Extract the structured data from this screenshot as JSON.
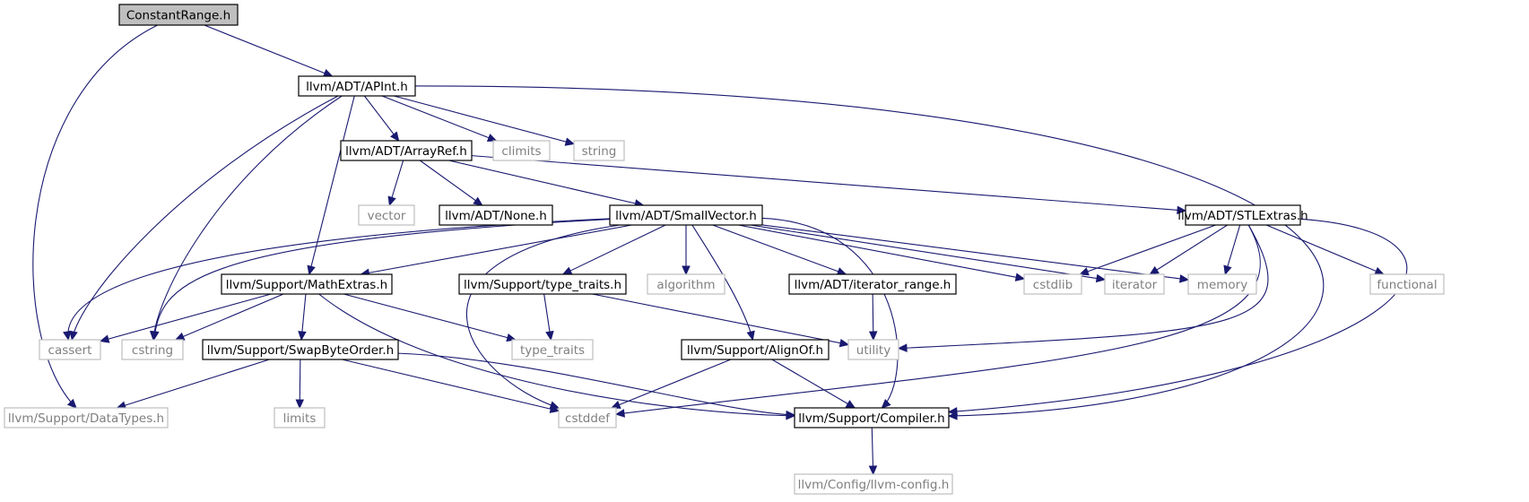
{
  "graph": {
    "title": "ConstantRange.h",
    "colors": {
      "edge": "#191970",
      "root_fill": "#bfbfbf",
      "internal_border": "#000000",
      "system_border": "#bfbfbf",
      "system_text": "#7f7f7f"
    },
    "nodes": [
      {
        "id": "constantrange",
        "label": "ConstantRange.h",
        "kind": "root"
      },
      {
        "id": "apint",
        "label": "llvm/ADT/APInt.h",
        "kind": "internal"
      },
      {
        "id": "climits",
        "label": "climits",
        "kind": "system"
      },
      {
        "id": "string",
        "label": "string",
        "kind": "system"
      },
      {
        "id": "arrayref",
        "label": "llvm/ADT/ArrayRef.h",
        "kind": "internal"
      },
      {
        "id": "vector",
        "label": "vector",
        "kind": "system"
      },
      {
        "id": "none",
        "label": "llvm/ADT/None.h",
        "kind": "internal"
      },
      {
        "id": "smallvector",
        "label": "llvm/ADT/SmallVector.h",
        "kind": "internal"
      },
      {
        "id": "stlextras",
        "label": "llvm/ADT/STLExtras.h",
        "kind": "internal"
      },
      {
        "id": "mathextras",
        "label": "llvm/Support/MathExtras.h",
        "kind": "internal"
      },
      {
        "id": "typetraits_h",
        "label": "llvm/Support/type_traits.h",
        "kind": "internal"
      },
      {
        "id": "algorithm",
        "label": "algorithm",
        "kind": "system"
      },
      {
        "id": "iterrange",
        "label": "llvm/ADT/iterator_range.h",
        "kind": "internal"
      },
      {
        "id": "cstdlib",
        "label": "cstdlib",
        "kind": "system"
      },
      {
        "id": "iterator",
        "label": "iterator",
        "kind": "system"
      },
      {
        "id": "memory",
        "label": "memory",
        "kind": "system"
      },
      {
        "id": "functional",
        "label": "functional",
        "kind": "system"
      },
      {
        "id": "cassert",
        "label": "cassert",
        "kind": "system"
      },
      {
        "id": "cstring",
        "label": "cstring",
        "kind": "system"
      },
      {
        "id": "swapbyte",
        "label": "llvm/Support/SwapByteOrder.h",
        "kind": "internal"
      },
      {
        "id": "type_traits",
        "label": "type_traits",
        "kind": "system"
      },
      {
        "id": "alignof",
        "label": "llvm/Support/AlignOf.h",
        "kind": "internal"
      },
      {
        "id": "utility",
        "label": "utility",
        "kind": "system"
      },
      {
        "id": "datatypes",
        "label": "llvm/Support/DataTypes.h",
        "kind": "system"
      },
      {
        "id": "limits",
        "label": "limits",
        "kind": "system"
      },
      {
        "id": "cstddef",
        "label": "cstddef",
        "kind": "system"
      },
      {
        "id": "compiler",
        "label": "llvm/Support/Compiler.h",
        "kind": "internal"
      },
      {
        "id": "llvmconfig",
        "label": "llvm/Config/llvm-config.h",
        "kind": "system"
      }
    ],
    "edges": [
      [
        "constantrange",
        "apint"
      ],
      [
        "constantrange",
        "datatypes"
      ],
      [
        "apint",
        "cassert"
      ],
      [
        "apint",
        "cstring"
      ],
      [
        "apint",
        "mathextras"
      ],
      [
        "apint",
        "arrayref"
      ],
      [
        "apint",
        "climits"
      ],
      [
        "apint",
        "string"
      ],
      [
        "apint",
        "compiler"
      ],
      [
        "arrayref",
        "vector"
      ],
      [
        "arrayref",
        "none"
      ],
      [
        "arrayref",
        "smallvector"
      ],
      [
        "arrayref",
        "stlextras"
      ],
      [
        "smallvector",
        "cassert"
      ],
      [
        "smallvector",
        "cstring"
      ],
      [
        "smallvector",
        "mathextras"
      ],
      [
        "smallvector",
        "cstddef"
      ],
      [
        "smallvector",
        "typetraits_h"
      ],
      [
        "smallvector",
        "algorithm"
      ],
      [
        "smallvector",
        "alignof"
      ],
      [
        "smallvector",
        "iterrange"
      ],
      [
        "smallvector",
        "compiler"
      ],
      [
        "smallvector",
        "cstdlib"
      ],
      [
        "smallvector",
        "iterator"
      ],
      [
        "smallvector",
        "memory"
      ],
      [
        "stlextras",
        "cstdlib"
      ],
      [
        "stlextras",
        "iterator"
      ],
      [
        "stlextras",
        "memory"
      ],
      [
        "stlextras",
        "functional"
      ],
      [
        "stlextras",
        "utility"
      ],
      [
        "stlextras",
        "cstddef"
      ],
      [
        "stlextras",
        "compiler"
      ],
      [
        "mathextras",
        "cassert"
      ],
      [
        "mathextras",
        "cstring"
      ],
      [
        "mathextras",
        "swapbyte"
      ],
      [
        "mathextras",
        "type_traits"
      ],
      [
        "mathextras",
        "compiler"
      ],
      [
        "typetraits_h",
        "type_traits"
      ],
      [
        "typetraits_h",
        "utility"
      ],
      [
        "iterrange",
        "utility"
      ],
      [
        "swapbyte",
        "datatypes"
      ],
      [
        "swapbyte",
        "limits"
      ],
      [
        "swapbyte",
        "cstddef"
      ],
      [
        "swapbyte",
        "compiler"
      ],
      [
        "alignof",
        "cstddef"
      ],
      [
        "alignof",
        "compiler"
      ],
      [
        "compiler",
        "llvmconfig"
      ]
    ]
  }
}
